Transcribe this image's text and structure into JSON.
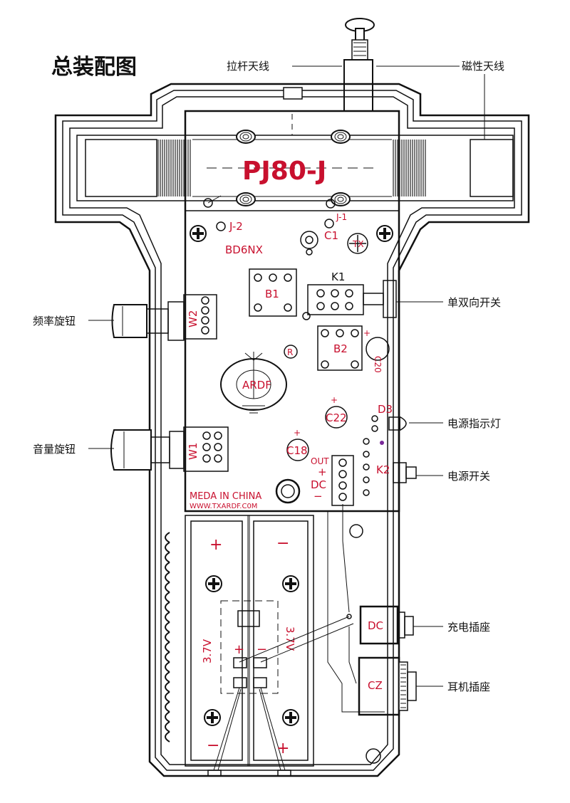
{
  "title": "总装配图",
  "model": "PJ80-J",
  "labels": {
    "telescopic_antenna": "拉杆天线",
    "magnetic_antenna": "磁性天线",
    "single_dual_switch": "单双向开关",
    "frequency_knob": "频率旋钮",
    "power_indicator": "电源指示灯",
    "volume_knob": "音量旋钮",
    "power_switch": "电源开关",
    "charging_socket": "充电插座",
    "earphone_socket": "耳机插座"
  },
  "components": {
    "j2": "J-2",
    "j1": "J-1",
    "c1": "C1",
    "tx": "TX",
    "bd6nx": "BD6NX",
    "k1": "K1",
    "b1": "B1",
    "w2": "W2",
    "b2": "B2",
    "c20": "C20",
    "r": "R",
    "ardf": "ARDF",
    "c22": "C22",
    "d3": "D3",
    "w1": "W1",
    "c18": "C18",
    "out": "OUT",
    "dc_small": "DC",
    "k2": "K2",
    "made_in": "MEDA IN CHINA",
    "url": "WWW.TXARDF.C0M",
    "dc": "DC",
    "cz": "CZ",
    "v1": "3.7V",
    "v2": "3.7V",
    "plus": "+",
    "minus": "−"
  }
}
